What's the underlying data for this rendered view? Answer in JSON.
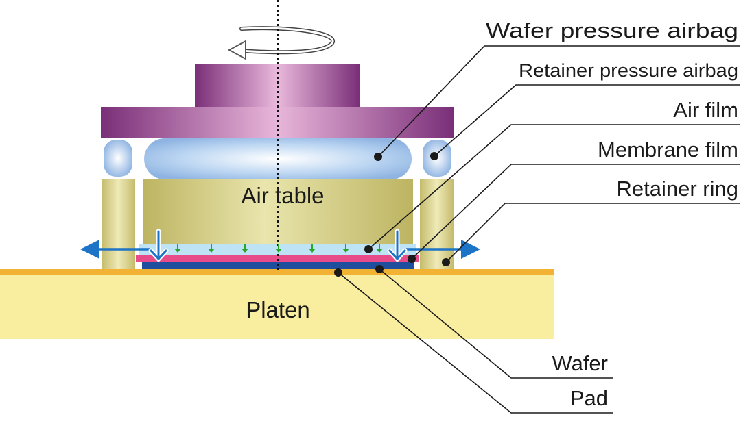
{
  "diagram": {
    "labels": {
      "wafer_pressure_airbag": "Wafer pressure airbag",
      "retainer_pressure_airbag": "Retainer pressure airbag",
      "air_film": "Air film",
      "membrane_film": "Membrane film",
      "retainer_ring": "Retainer ring",
      "wafer": "Wafer",
      "pad": "Pad",
      "air_table": "Air table",
      "platen": "Platen"
    },
    "colors": {
      "head_purple": "#8a3f86",
      "head_highlight": "#e6b3d8",
      "airbag_blue": "#8fb8e6",
      "airbag_highlight": "#ffffff",
      "air_table": "#c8c070",
      "air_table_light": "#e6e2a8",
      "retainer_ring": "#dcd790",
      "air_film": "#bde3f5",
      "membrane_film": "#e84b8a",
      "wafer": "#1e4e9c",
      "pad": "#f2b233",
      "platen": "#f9ee9f",
      "flow_arrow": "#1d73c6",
      "pressure_arrow": "#2aa52a",
      "rotation_arrow": "#888888"
    },
    "icons": {
      "rotation": "rotation-arrow-icon",
      "air_outflow": "air-outflow-arrow-icon",
      "pressure": "down-pressure-arrow-icon"
    }
  }
}
